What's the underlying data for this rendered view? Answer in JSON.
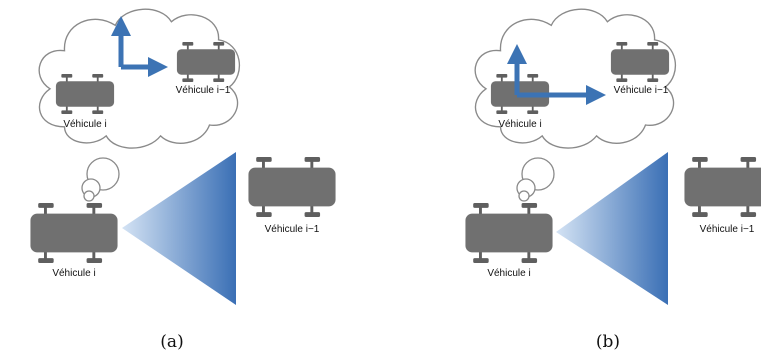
{
  "panels": [
    {
      "caption": "(a)",
      "labels": {
        "thought_vehicle_i": "Véhicule i",
        "thought_vehicle_i1": "Véhicule i−1",
        "real_vehicle_i": "Véhicule i",
        "real_vehicle_i1": "Véhicule i−1"
      }
    },
    {
      "caption": "(b)",
      "labels": {
        "thought_vehicle_i": "Véhicule i",
        "thought_vehicle_i1": "Véhicule i−1",
        "real_vehicle_i": "Véhicule i",
        "real_vehicle_i1": "Véhicule i−1"
      }
    }
  ],
  "colors": {
    "vehicle_body": "#707070",
    "vehicle_wheel": "#5f5f5f",
    "frame_arrow": "#3c73b4",
    "sensor_cone_dark": "#3a6fb5",
    "sensor_cone_light": "#d4e3f4",
    "cloud_outline": "#8a8a8a"
  }
}
